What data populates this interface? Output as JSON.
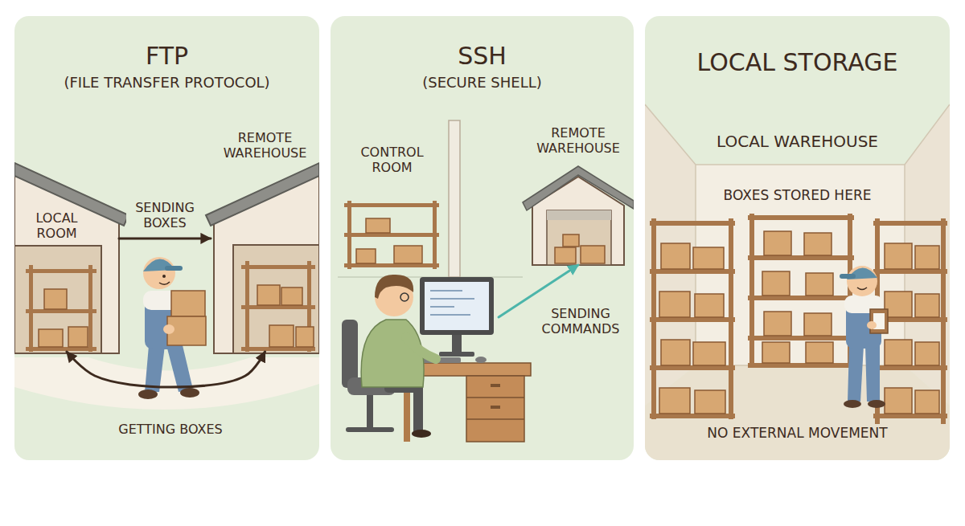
{
  "diagram": {
    "nodes": [
      {
        "text": [
          "FTP",
          "(FILE TRANSFER PROTOCOL)"
        ]
      },
      {
        "text": [
          "LOCAL ROOM"
        ],
        "in": 0
      },
      {
        "text": [
          "REMOTE WAREHOUSE"
        ],
        "in": 0
      },
      {
        "text": [
          "SSH",
          "(SECURE SHELL)"
        ]
      },
      {
        "text": [
          "CONTROL ROOM"
        ],
        "in": 3
      },
      {
        "text": [
          "REMOTE WAREHOUSE"
        ],
        "in": 3
      },
      {
        "text": [
          "LOCAL STORAGE",
          "LOCAL WAREHOUSE",
          "BOXES STORED HERE",
          "NO EXTERNAL MOVEMENT"
        ]
      }
    ],
    "edges": [
      {
        "from": 1,
        "to": 2,
        "label": "SENDING BOXES",
        "arrow": "to"
      },
      {
        "from": 2,
        "to": 1,
        "label": "GETTING BOXES",
        "arrow": "both"
      },
      {
        "from": 4,
        "to": 5,
        "label": "SENDING COMMANDS",
        "arrow": "to"
      }
    ]
  }
}
